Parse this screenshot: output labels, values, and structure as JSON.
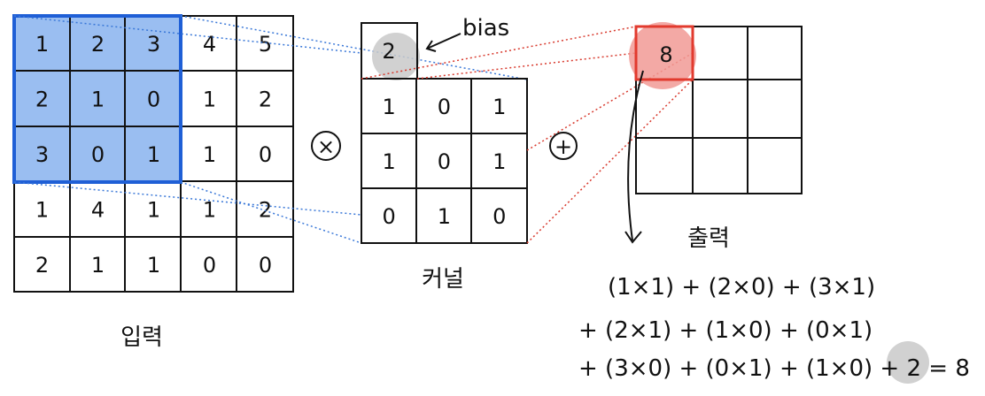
{
  "input": {
    "label": "입력",
    "grid": [
      [
        "1",
        "2",
        "3",
        "4",
        "5"
      ],
      [
        "2",
        "1",
        "0",
        "1",
        "2"
      ],
      [
        "3",
        "0",
        "1",
        "1",
        "0"
      ],
      [
        "1",
        "4",
        "1",
        "1",
        "2"
      ],
      [
        "2",
        "1",
        "1",
        "0",
        "0"
      ]
    ]
  },
  "kernel": {
    "label": "커널",
    "bias_value": "2",
    "bias_label": "bias",
    "grid": [
      [
        "1",
        "0",
        "1"
      ],
      [
        "1",
        "0",
        "1"
      ],
      [
        "0",
        "1",
        "0"
      ]
    ]
  },
  "operators": {
    "multiply": "×",
    "add": "+"
  },
  "output": {
    "label": "출력",
    "first_value": "8"
  },
  "formula": {
    "line1": "(1×1) + (2×0) + (3×1)",
    "line2": "+ (2×1) + (1×0) + (0×1)",
    "line3_main": "+ (3×0) + (0×1) + (1×0) + ",
    "line3_bias": "2",
    "line3_result": " = 8"
  },
  "colors": {
    "highlight_blue": "#8fb7ef",
    "border_blue": "#1f5fd6",
    "dotted_blue": "#3a78d8",
    "output_red": "#e23a2e",
    "output_pink": "#f19a95",
    "dotted_red": "#d83a2e",
    "bias_gray": "#c9c9c9"
  }
}
